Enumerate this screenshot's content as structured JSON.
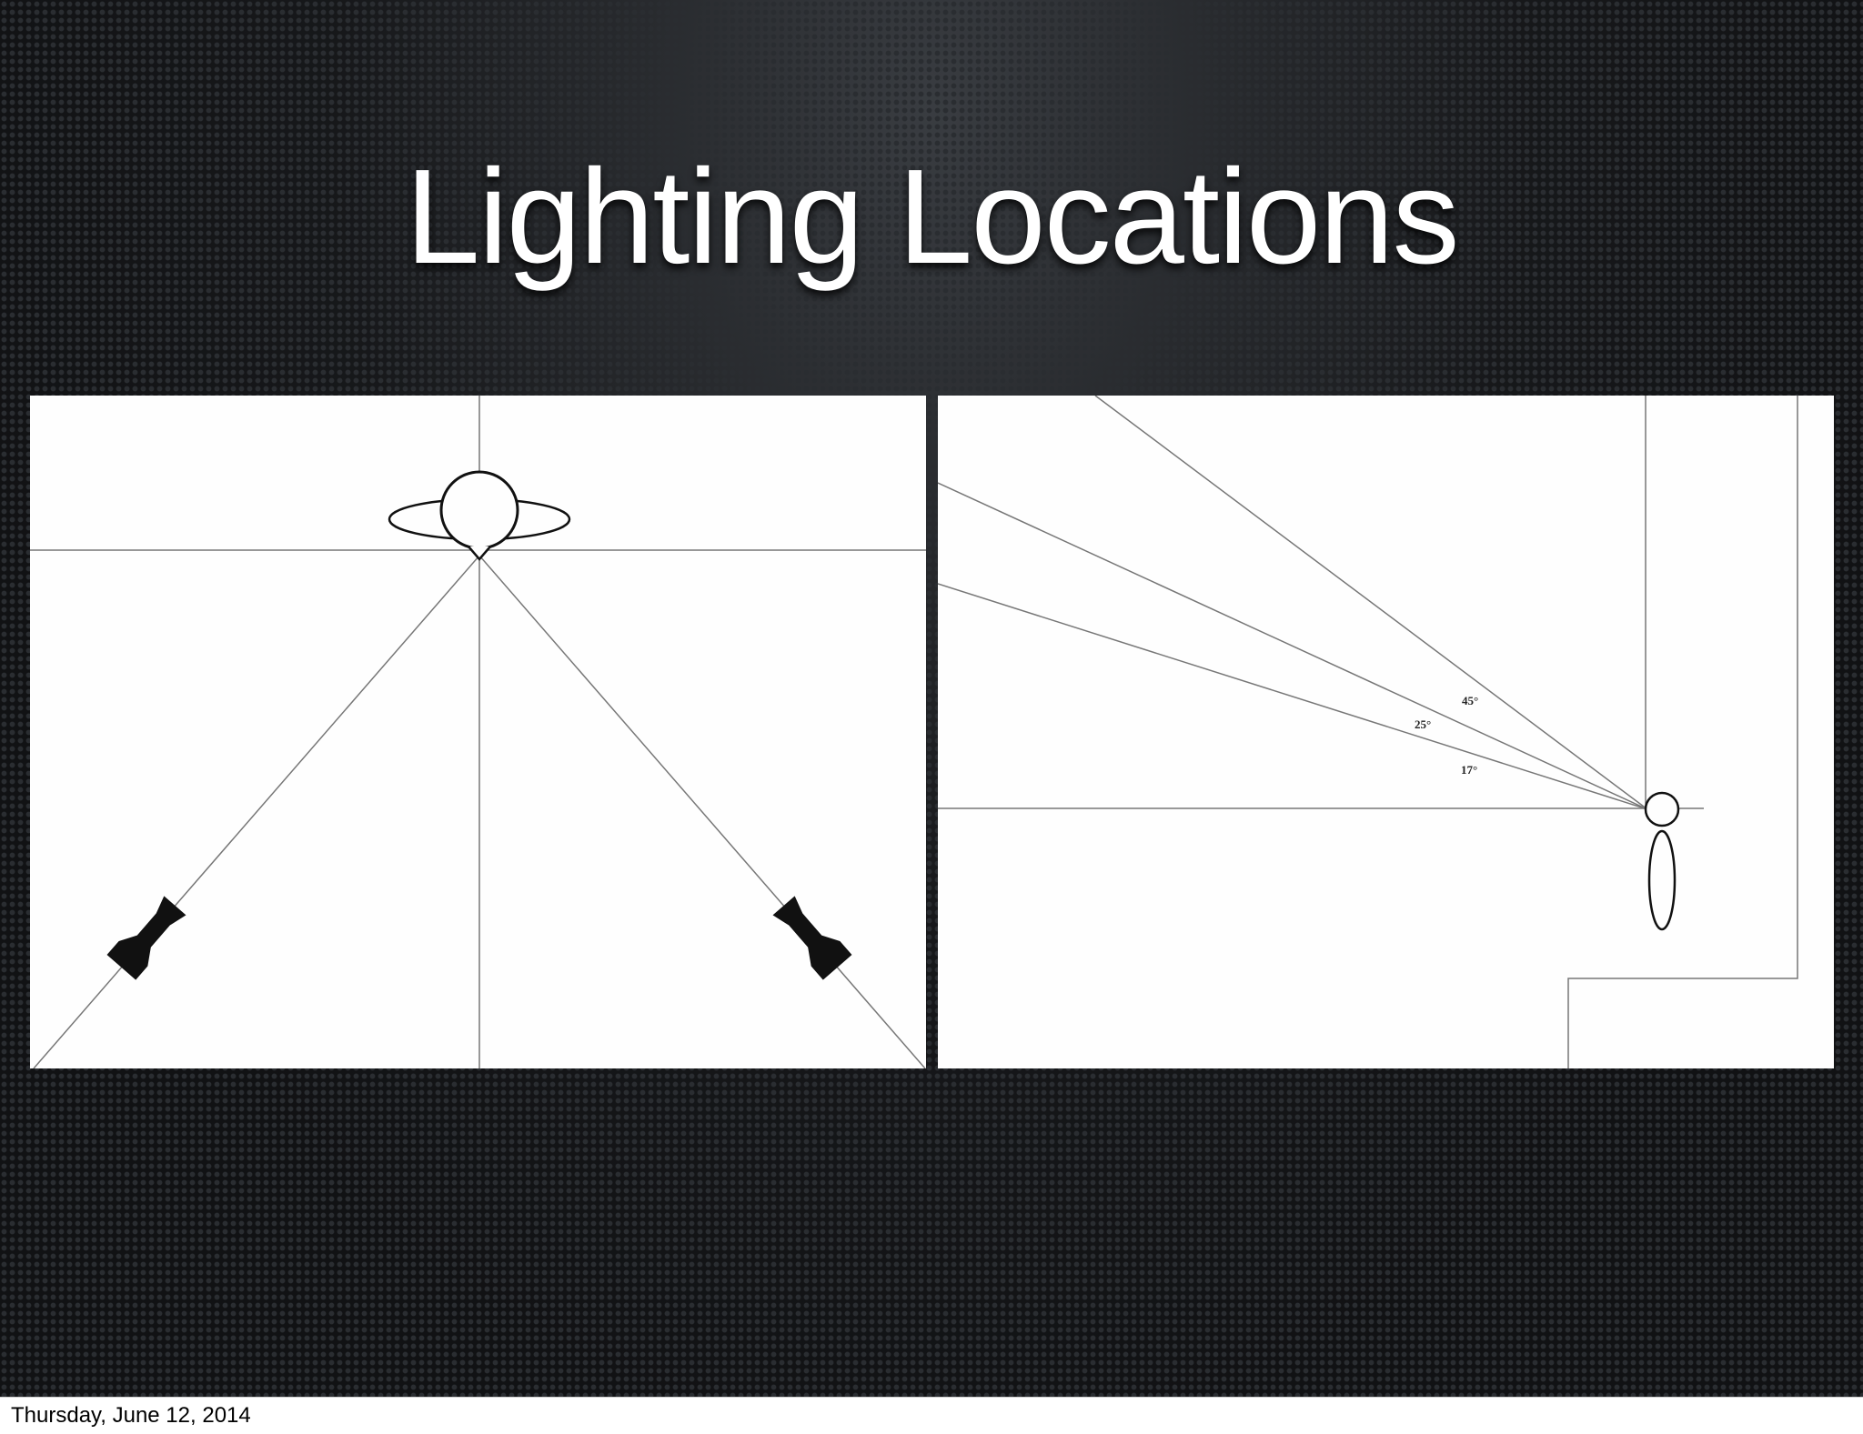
{
  "slide": {
    "title": "Lighting Locations"
  },
  "diagram_side": {
    "angle_labels": [
      "45°",
      "25°",
      "17°"
    ]
  },
  "footer": {
    "date": "Thursday, June 12, 2014"
  }
}
